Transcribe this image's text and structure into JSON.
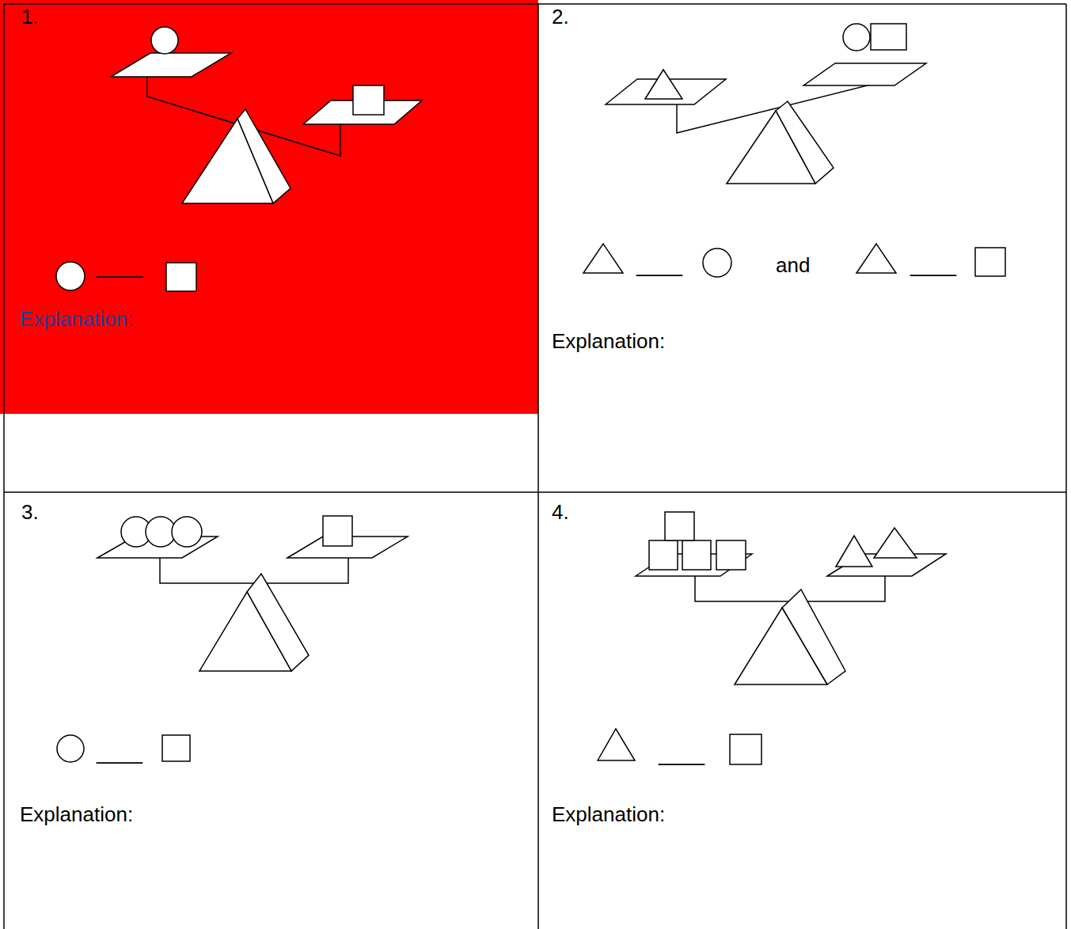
{
  "diagram": {
    "labels": [
      "1.",
      "____",
      "Explanation:",
      "2.",
      "____",
      "and",
      "____",
      "Explanation:",
      "3.",
      "____",
      "Explanation:",
      "4.",
      "____",
      "Explanation:"
    ]
  }
}
